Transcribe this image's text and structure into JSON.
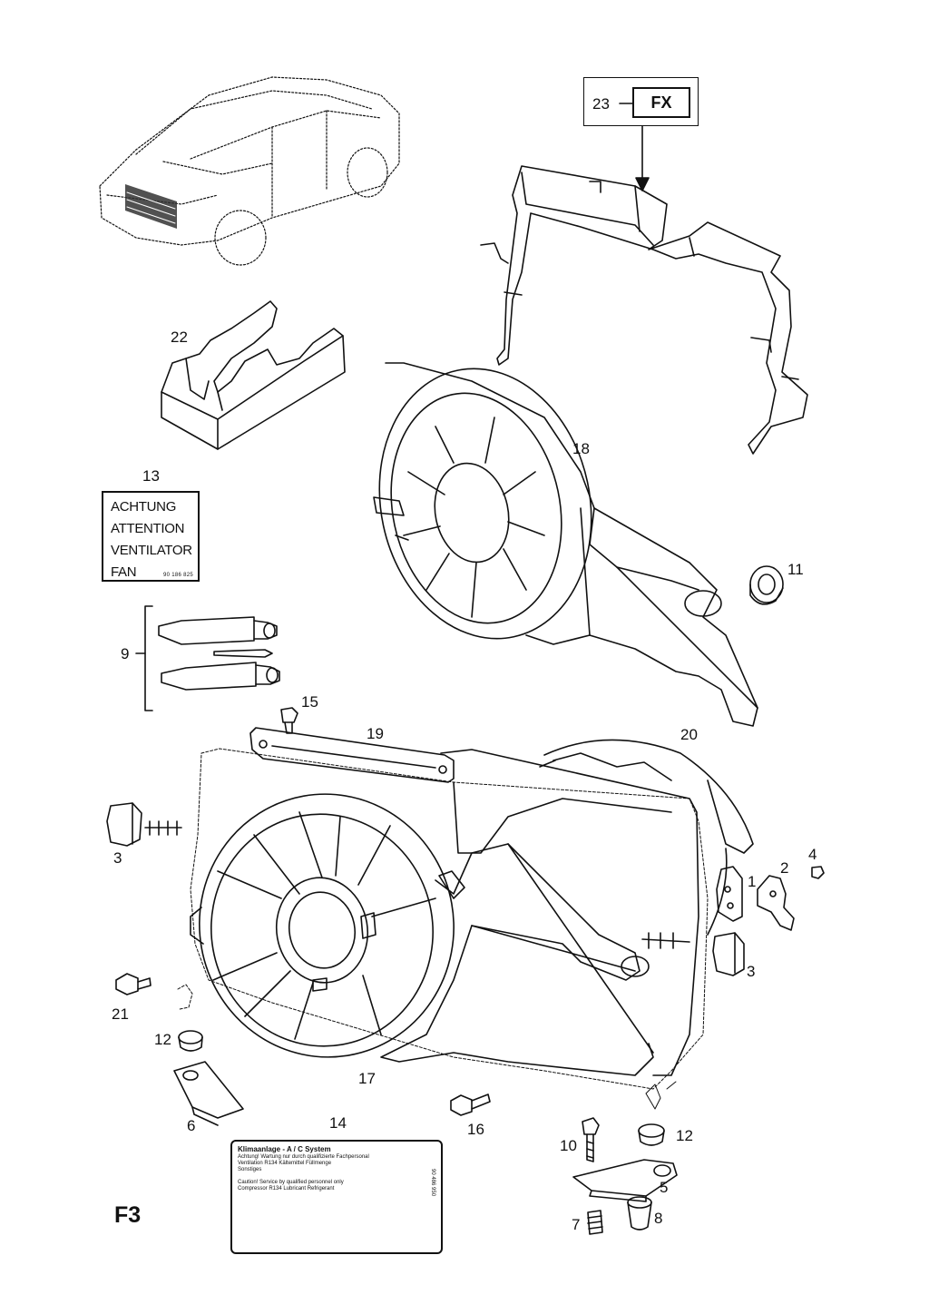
{
  "page": {
    "code": "F3"
  },
  "callouts": {
    "p1": "1",
    "p2": "2",
    "p3a": "3",
    "p3b": "3",
    "p4": "4",
    "p5": "5",
    "p6": "6",
    "p7": "7",
    "p8": "8",
    "p9": "9",
    "p10": "10",
    "p11": "11",
    "p12a": "12",
    "p12b": "12",
    "p13": "13",
    "p14": "14",
    "p15": "15",
    "p16": "16",
    "p17": "17",
    "p18": "18",
    "p19": "19",
    "p20": "20",
    "p21": "21",
    "p22": "22",
    "p23": "23"
  },
  "fx_tag": "FX",
  "warning_label": {
    "lines": [
      "ACHTUNG",
      "ATTENTION",
      "VENTILATOR",
      "FAN"
    ],
    "code": "90 186 825"
  },
  "ac_label": {
    "title": "Klimaanlage - A / C System",
    "rows": [
      "Achtung!  Wartung nur durch qualifizierte Fachpersonal",
      "Ventilation  R134 Kältemittel  Füllmenge",
      "Sonstiges",
      "Caution!  Service by qualified personnel only",
      "Compressor  R134 Lubricant  Refrigerant"
    ],
    "side": "90 486 950"
  },
  "colors": {
    "line": "#111111",
    "paper": "#ffffff"
  }
}
